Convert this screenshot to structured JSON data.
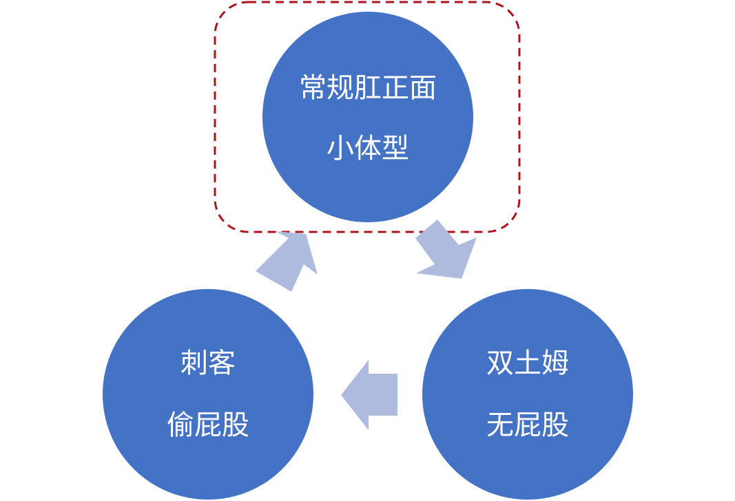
{
  "diagram": {
    "nodes": [
      {
        "id": "top",
        "line1": "常规肛正面",
        "line2": "小体型",
        "highlighted": true
      },
      {
        "id": "bottom-right",
        "line1": "双土姆",
        "line2": "无屁股",
        "highlighted": false
      },
      {
        "id": "bottom-left",
        "line1": "刺客",
        "line2": "偷屁股",
        "highlighted": false
      }
    ],
    "flow": [
      "top",
      "bottom-right",
      "bottom-left",
      "top"
    ],
    "colors": {
      "node_fill": "#4472C4",
      "arrow_fill": "#AFBBDE",
      "highlight_border": "#B0121B",
      "text": "#FFFFFF"
    }
  }
}
